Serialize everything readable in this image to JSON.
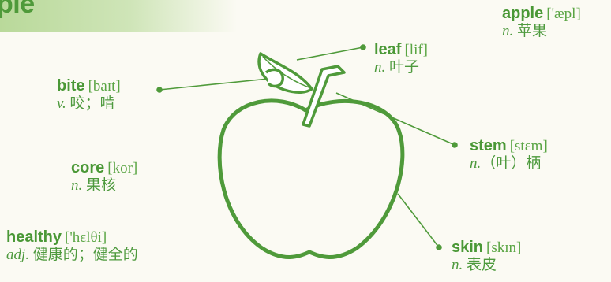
{
  "header": {
    "title": "ple"
  },
  "colors": {
    "accent": "#4f9a3a",
    "header_band": "#b9d99a",
    "background": "#fbfaf3"
  },
  "labels": {
    "apple": {
      "word": "apple",
      "ipa": "['æpl]",
      "pos": "n.",
      "meaning": "苹果"
    },
    "leaf": {
      "word": "leaf",
      "ipa": "[lif]",
      "pos": "n.",
      "meaning": "叶子"
    },
    "bite": {
      "word": "bite",
      "ipa": "[baɪt]",
      "pos": "v.",
      "meaning": "咬；啃"
    },
    "stem": {
      "word": "stem",
      "ipa": "[stɛm]",
      "pos": "n.",
      "meaning": "（叶）柄"
    },
    "core": {
      "word": "core",
      "ipa": "[kor]",
      "pos": "n.",
      "meaning": "果核"
    },
    "healthy": {
      "word": "healthy",
      "ipa": "['hɛlθi]",
      "pos": "adj.",
      "meaning": "健康的；健全的"
    },
    "skin": {
      "word": "skin",
      "ipa": "[skɪn]",
      "pos": "n.",
      "meaning": "表皮"
    }
  }
}
